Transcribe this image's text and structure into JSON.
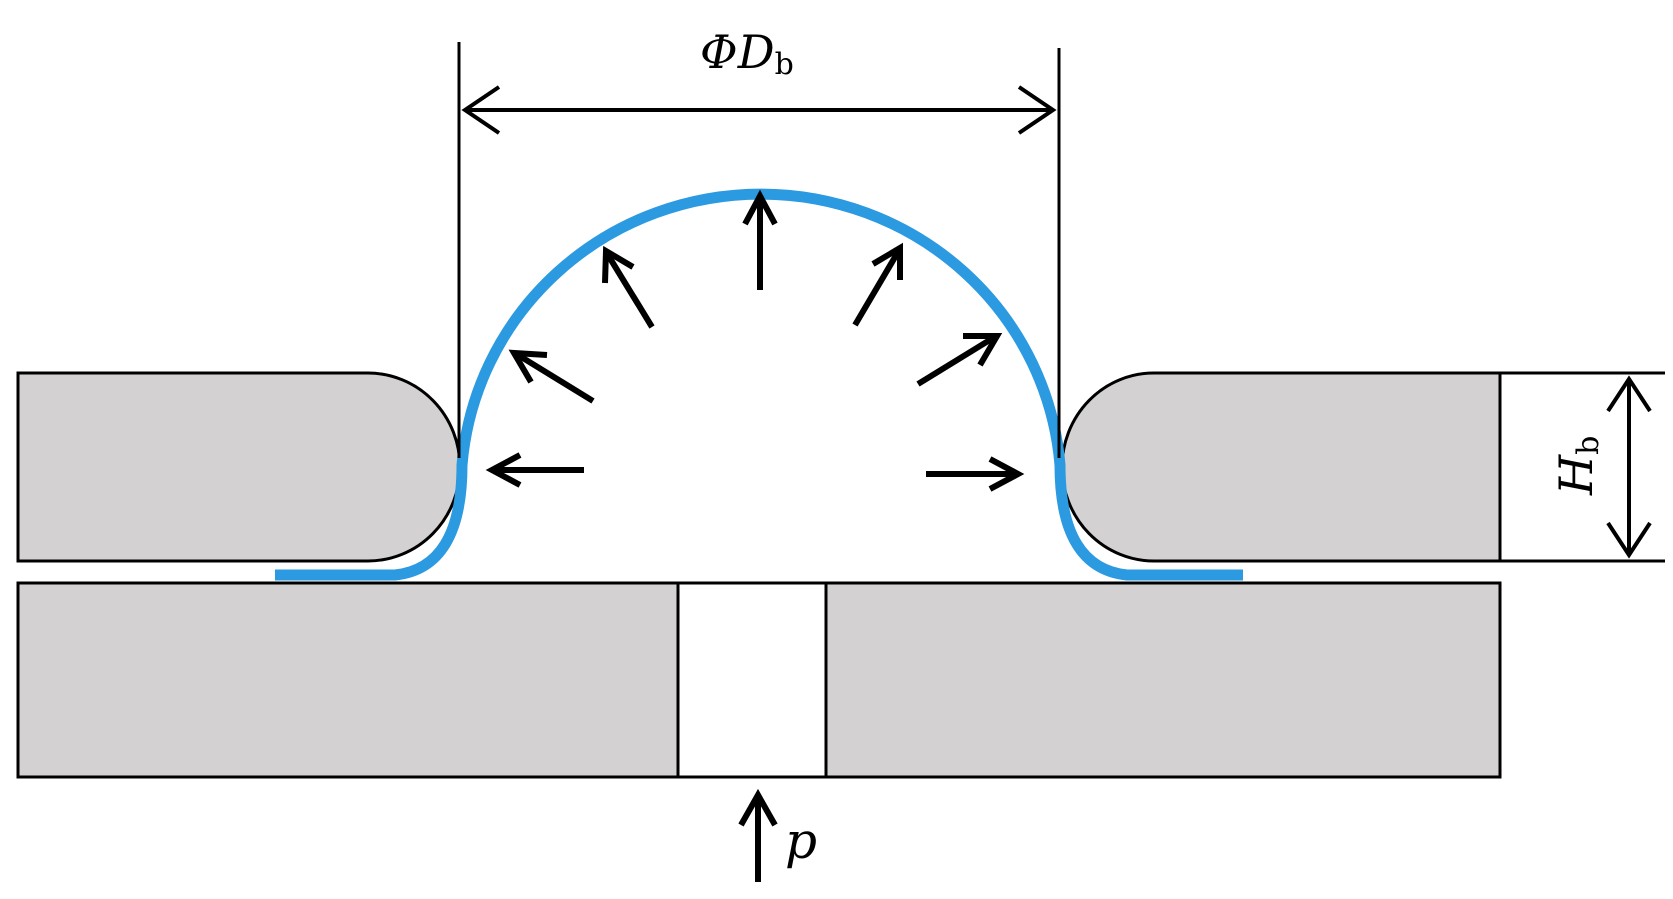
{
  "labels": {
    "diameter_symbol": "ΦD",
    "diameter_subscript": "b",
    "height_symbol": "H",
    "height_subscript": "b",
    "pressure_symbol": "p"
  },
  "colors": {
    "sheet": "#2b9ae0",
    "die_fill": "#d3d1d2",
    "outline": "#000000",
    "background": "#ffffff"
  }
}
